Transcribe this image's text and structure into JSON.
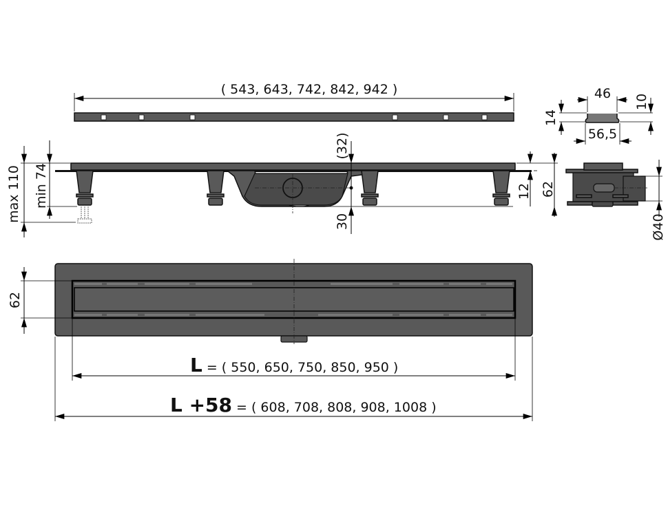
{
  "grate_length_label": "( 543, 643, 742, 842, 942 )",
  "profile": {
    "width_inner": "46",
    "lip": "10",
    "height": "14",
    "width_outer": "56,5"
  },
  "side_view": {
    "max_height": "max 110",
    "min_height": "min 74",
    "top_offset": "(32)",
    "outlet_height": "30",
    "flange": "12",
    "depth": "62"
  },
  "cross_section": {
    "outlet_diameter": "Ø40"
  },
  "top_view": {
    "channel_width": "62"
  },
  "length_dim": {
    "symbol": "L",
    "values": "= ( 550, 650, 750, 850, 950 )"
  },
  "total_dim": {
    "symbol": "L +58",
    "values": "= ( 608, 708, 808, 908, 1008 )"
  },
  "colors": {
    "part_fill": "#595959",
    "outline": "#111111"
  }
}
